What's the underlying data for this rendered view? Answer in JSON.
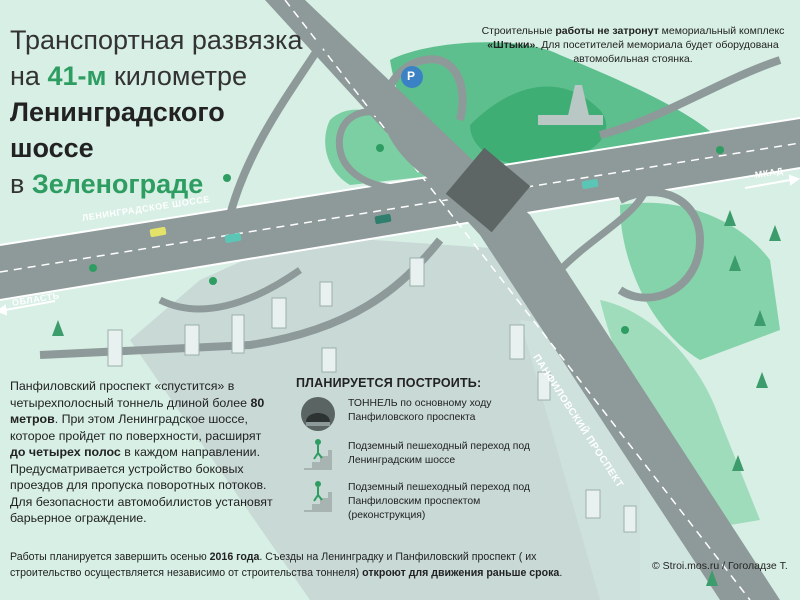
{
  "title": {
    "line1": "Транспортная развязка",
    "line2_pre": "на ",
    "line2_highlight": "41-м",
    "line2_post": " километре",
    "line3": "Ленинградского шоссе",
    "line4_pre": "в ",
    "line4_highlight": "Зеленограде"
  },
  "memorial_note": {
    "part1": "Строительные ",
    "bold1": "работы не затронут",
    "part2": " мемориальный комплекс ",
    "bold2": "«Штыки»",
    "part3": ". Для посетителей мемориала будет оборудована автомобильная стоянка."
  },
  "road_labels": {
    "leningradskoe": "ЛЕНИНГРАДСКОЕ ШОССЕ",
    "mkad": "МКАД",
    "oblast": "ОБЛАСТЬ",
    "panfilovsky": "ПАНФИЛОВСКИЙ ПРОСПЕКТ",
    "parking": "P"
  },
  "description": {
    "p1": "Панфиловский проспект «спустится» в четырехполосный тоннель длиной более ",
    "b1": "80 метров",
    "p2": ". При этом Ленинградское шоссе, которое пройдет по поверхности, расширят ",
    "b2": "до четырех полос",
    "p3": " в каждом направлении. Предусматривается устройство боковых проездов для пропуска поворотных потоков. Для безопасности автомобилистов установят барьерное ограждение."
  },
  "plan": {
    "title": "ПЛАНИРУЕТСЯ ПОСТРОИТЬ:",
    "items": [
      {
        "text": "ТОННЕЛЬ по основному ходу Панфиловского проспекта",
        "icon": "tunnel-icon"
      },
      {
        "text": "Подземный пешеходный переход под Ленинградским шоссе",
        "icon": "pedestrian-underpass-icon"
      },
      {
        "text": "Подземный пешеходный переход под Панфиловским проспектом (реконструкция)",
        "icon": "pedestrian-underpass-icon"
      }
    ]
  },
  "footer": {
    "p1": "Работы планируется завершить  осенью ",
    "b1": "2016 года",
    "p2": ". Съезды на Ленинградку и Панфиловский проспект ( их строительство осуществляется независимо от строительства тоннеля) ",
    "b2": "откроют для движения раньше срока",
    "p3": "."
  },
  "credit": "© Stroi.mos.ru / Гоголадзе Т.",
  "colors": {
    "background": "#d7efe4",
    "green_zone": "#6cc79a",
    "road": "#8e9a99",
    "road_edge": "#ffffff",
    "accent_green": "#2e9d62",
    "buildings_area": "#c5d6d3"
  }
}
